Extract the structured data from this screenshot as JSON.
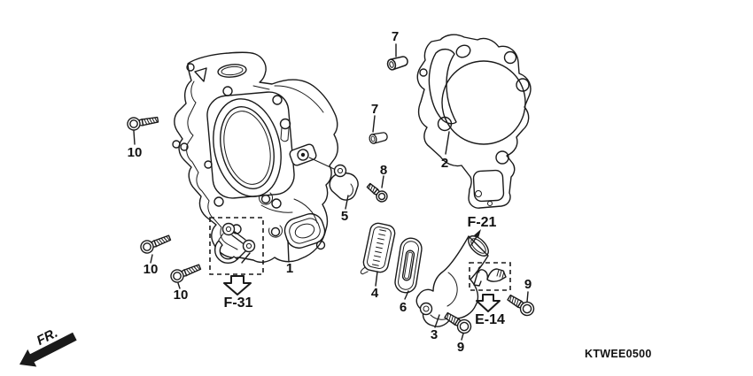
{
  "diagram": {
    "code": "KTWEE0500",
    "front_marker": "FR."
  },
  "callouts": {
    "part1": "1",
    "part2": "2",
    "part3": "3",
    "part4": "4",
    "part5": "5",
    "part6": "6",
    "part7_top": "7",
    "part7_mid": "7",
    "part8": "8",
    "part9_right": "9",
    "part9_bottom": "9",
    "part10_top": "10",
    "part10_mid": "10",
    "part10_low": "10"
  },
  "references": {
    "f31": "F-31",
    "f21": "F-21",
    "e14": "E-14"
  },
  "colors": {
    "line": "#1a1a1a",
    "background": "#ffffff"
  }
}
